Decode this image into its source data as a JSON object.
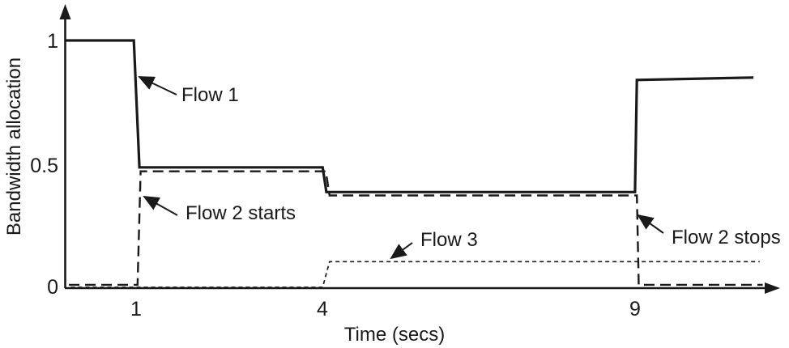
{
  "chart_data": {
    "type": "line",
    "title": "",
    "xlabel": "Time (secs)",
    "ylabel": "Bandwidth allocation",
    "xlim": [
      0,
      11.3
    ],
    "ylim": [
      0,
      1.15
    ],
    "grid": false,
    "legend_position": "none (arrow annotations inline)",
    "x_ticks": [
      {
        "value": 1,
        "label": "1"
      },
      {
        "value": 4,
        "label": "4"
      },
      {
        "value": 9,
        "label": "9"
      }
    ],
    "y_ticks": [
      {
        "value": 0,
        "label": "0"
      },
      {
        "value": 0.5,
        "label": "0.5"
      },
      {
        "value": 1,
        "label": "1"
      }
    ],
    "series": [
      {
        "name": "Flow 1",
        "line_style": "solid",
        "color": "#1a1a1a",
        "points": [
          [
            -0.15,
            1.0
          ],
          [
            0.96,
            1.0
          ],
          [
            1.05,
            0.486
          ],
          [
            3.99,
            0.486
          ],
          [
            4.05,
            0.386
          ],
          [
            9.0,
            0.386
          ],
          [
            9.03,
            0.84
          ],
          [
            10.9,
            0.85
          ]
        ],
        "description": "Starts at full bandwidth 1.0; drops to ~0.49 when Flow 2 starts at t=1; drops to ~0.39 when Flow 3 starts at t=4; rises to ~0.85 when Flow 2 stops at t=9"
      },
      {
        "name": "Flow 2",
        "line_style": "dashed",
        "color": "#1a1a1a",
        "points": [
          [
            -0.08,
            0.01
          ],
          [
            1.02,
            0.01
          ],
          [
            1.07,
            0.47
          ],
          [
            4.04,
            0.47
          ],
          [
            4.1,
            0.372
          ],
          [
            9.03,
            0.372
          ],
          [
            9.06,
            0.01
          ],
          [
            11.05,
            0.01
          ]
        ],
        "description": "Zero until t=1; jumps to ~0.47 (just below Flow 1); drops to ~0.37 at t=4; returns to 0 at t=9"
      },
      {
        "name": "Flow 3",
        "line_style": "fine-dashed",
        "color": "#1a1a1a",
        "points": [
          [
            -0.05,
            0.0
          ],
          [
            3.99,
            0.0
          ],
          [
            4.1,
            0.104
          ],
          [
            11.0,
            0.104
          ]
        ],
        "description": "Zero until t=4; then constant at ~0.1"
      }
    ],
    "annotations": [
      {
        "text": "Flow 1",
        "points_to": "solid line drop at t=1"
      },
      {
        "text": "Flow 2 starts",
        "points_to": "dashed line vertical rise at t=1"
      },
      {
        "text": "Flow 3",
        "points_to": "fine-dashed line at ~0.1"
      },
      {
        "text": "Flow 2 stops",
        "points_to": "dashed line vertical drop at t=9"
      }
    ]
  }
}
